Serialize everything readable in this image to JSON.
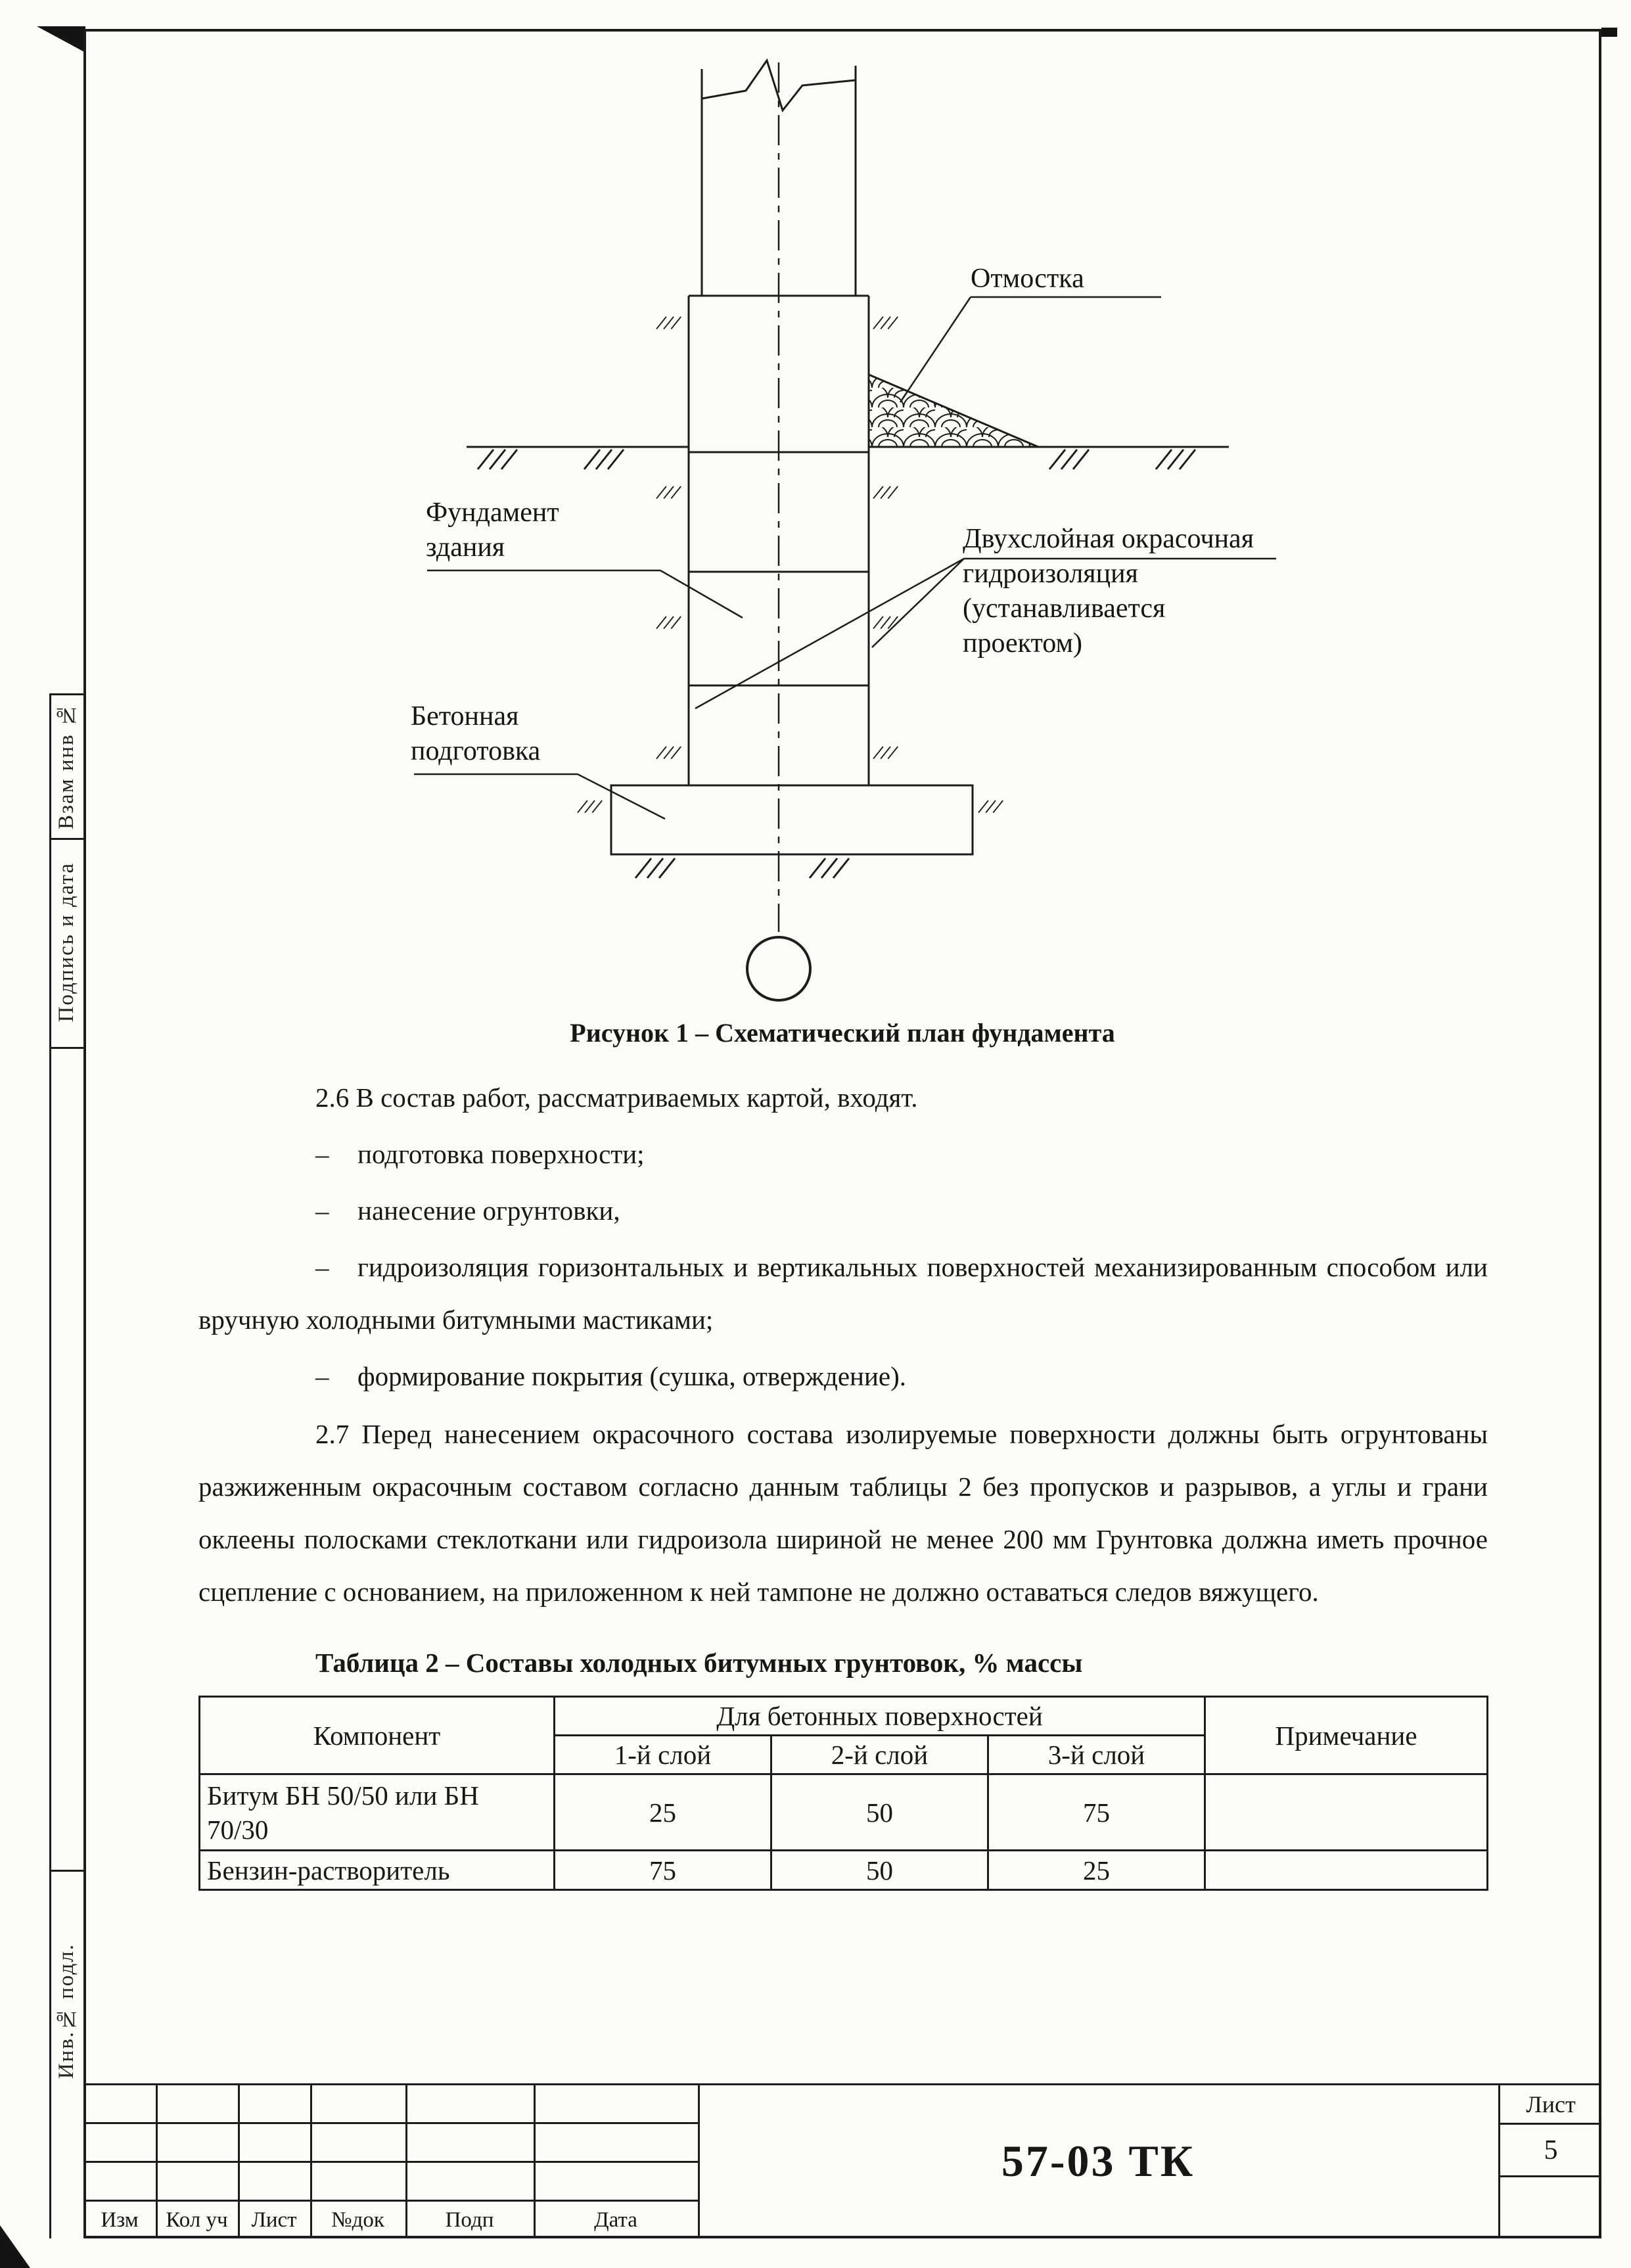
{
  "stamp_side": {
    "vzam": "Взам инв №",
    "podpis": "Подпись и дата",
    "inv": "Инв.№ подл."
  },
  "figure": {
    "caption": "Рисунок 1 – Схематический план фундамента",
    "labels": {
      "otmostka": "Отмостка",
      "fundament": [
        "Фундамент",
        "здания"
      ],
      "gidro": [
        "Двухслойная окрасочная",
        "гидроизоляция",
        "(устанавливается",
        "проектом)"
      ],
      "beton": [
        "Бетонная",
        "подготовка"
      ]
    }
  },
  "body": {
    "p26": "2.6 В состав работ, рассматриваемых картой, входят.",
    "dash": "–",
    "items": [
      "подготовка поверхности;",
      "нанесение огрунтовки,",
      "гидроизоляция горизонтальных и вертикальных поверхностей механизированным способом или вручную холодными битумными мастиками;",
      "формирование покрытия (сушка, отверждение)."
    ],
    "p27": "2.7 Перед нанесением окрасочного состава изолируемые поверхности должны быть огрунтованы разжиженным окрасочным составом согласно данным таблицы 2 без пропусков и разрывов, а углы и грани оклеены полосками стеклоткани или гидроизола шириной не менее 200 мм  Грунтовка должна иметь прочное сцепление с основанием, на приложенном к ней тампоне не должно оставаться следов вяжущего."
  },
  "table2": {
    "title": "Таблица 2 – Составы холодных битумных грунтовок, % массы",
    "col_component": "Компонент",
    "col_group": "Для бетонных поверхностей",
    "col_layers": [
      "1-й слой",
      "2-й слой",
      "3-й слой"
    ],
    "col_note": "Примечание",
    "rows": [
      {
        "component": "Битум БН 50/50 или БН 70/30",
        "v1": "25",
        "v2": "50",
        "v3": "75",
        "note": ""
      },
      {
        "component": "Бензин-растворитель",
        "v1": "75",
        "v2": "50",
        "v3": "25",
        "note": ""
      }
    ]
  },
  "titleblock": {
    "doc": "57-03 ТК",
    "sheet_label": "Лист",
    "sheet_num": "5",
    "cols": [
      "Изм",
      "Кол уч",
      "Лист",
      "№док",
      "Подп",
      "Дата"
    ]
  }
}
